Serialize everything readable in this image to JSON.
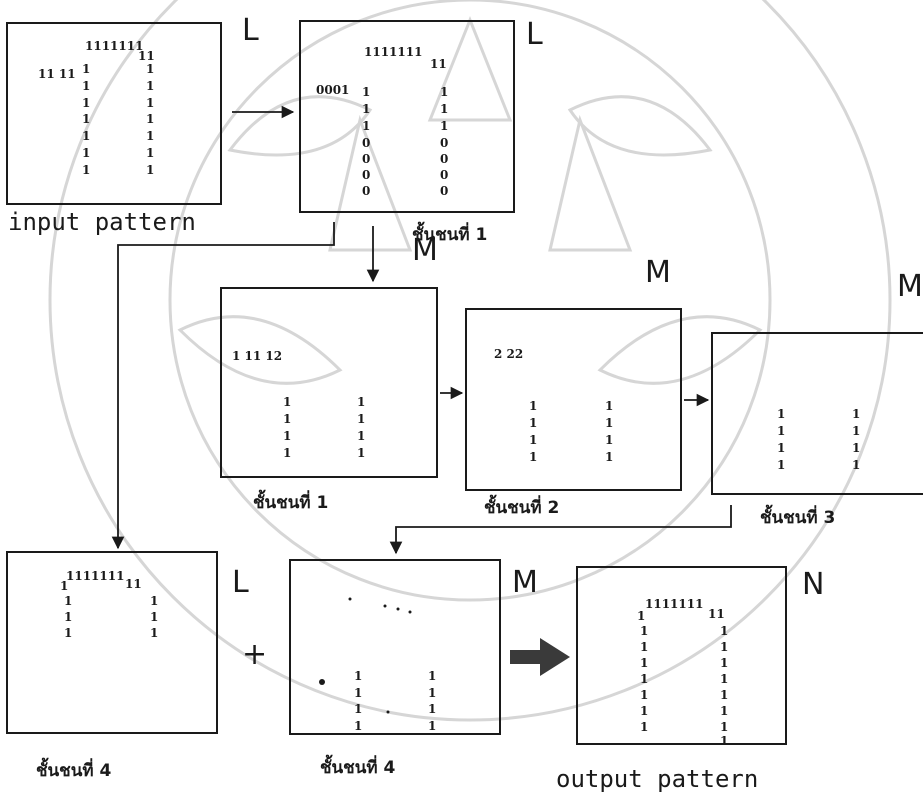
{
  "captions": {
    "input": "input pattern",
    "output": "output pattern",
    "layer1_top": "ชั้นชนที่ 1",
    "layer1_mid": "ชั้นชนที่ 1",
    "layer2": "ชั้นชนที่ 2",
    "layer3": "ชั้นชนที่ 3",
    "layer4_left": "ชั้นชนที่ 4",
    "layer4_right": "ชั้นชนที่ 4"
  },
  "tags": {
    "input": "L",
    "l1": "L",
    "m1": "M",
    "m2": "M",
    "m3": "M",
    "l4": "L",
    "m4": "M",
    "out": "N"
  },
  "operators": {
    "plus": "+"
  },
  "patterns": {
    "input": {
      "top_row": "1111111",
      "left_edge": "11 11",
      "stem_left": [
        "1",
        "1",
        "1",
        "1",
        "1",
        "1",
        "1"
      ],
      "stem_right": [
        "1",
        "1",
        "1",
        "1",
        "1",
        "1",
        "1"
      ]
    },
    "layer1_top": {
      "top_row": "1111111",
      "left_edge": "0001",
      "stem_left": [
        "1",
        "1",
        "1",
        "0",
        "0",
        "0",
        "0"
      ],
      "stem_right": [
        "1",
        "1",
        "1",
        "0",
        "0",
        "0",
        "0"
      ]
    },
    "layer1_mid": {
      "left_edge": "1 11 12",
      "stem_left": [
        "1",
        "1",
        "1",
        "1"
      ],
      "stem_right": [
        "1",
        "1",
        "1",
        "1"
      ]
    },
    "layer2": {
      "left_edge": "2 22",
      "stem_left": [
        "1",
        "1",
        "1",
        "1"
      ],
      "stem_right": [
        "1",
        "1",
        "1",
        "1"
      ]
    },
    "layer3": {
      "stem_left": [
        "1",
        "1",
        "1",
        "1"
      ],
      "stem_right": [
        "1",
        "1",
        "1",
        "1"
      ]
    },
    "layer4_left": {
      "top_row": "1111111",
      "stem_left": [
        "1",
        "1",
        "1"
      ],
      "stem_right": [
        "1",
        "1",
        "1"
      ]
    },
    "layer4_right": {
      "stem_left": [
        "1",
        "1",
        "1",
        "1"
      ],
      "stem_right": [
        "1",
        "1",
        "1",
        "1"
      ]
    },
    "output": {
      "top_row": "1111111",
      "stem_left": [
        "1",
        "1",
        "1",
        "1",
        "1",
        "1",
        "1",
        "1"
      ],
      "stem_right": [
        "1",
        "1",
        "1",
        "1",
        "1",
        "1",
        "1",
        "1"
      ]
    }
  }
}
